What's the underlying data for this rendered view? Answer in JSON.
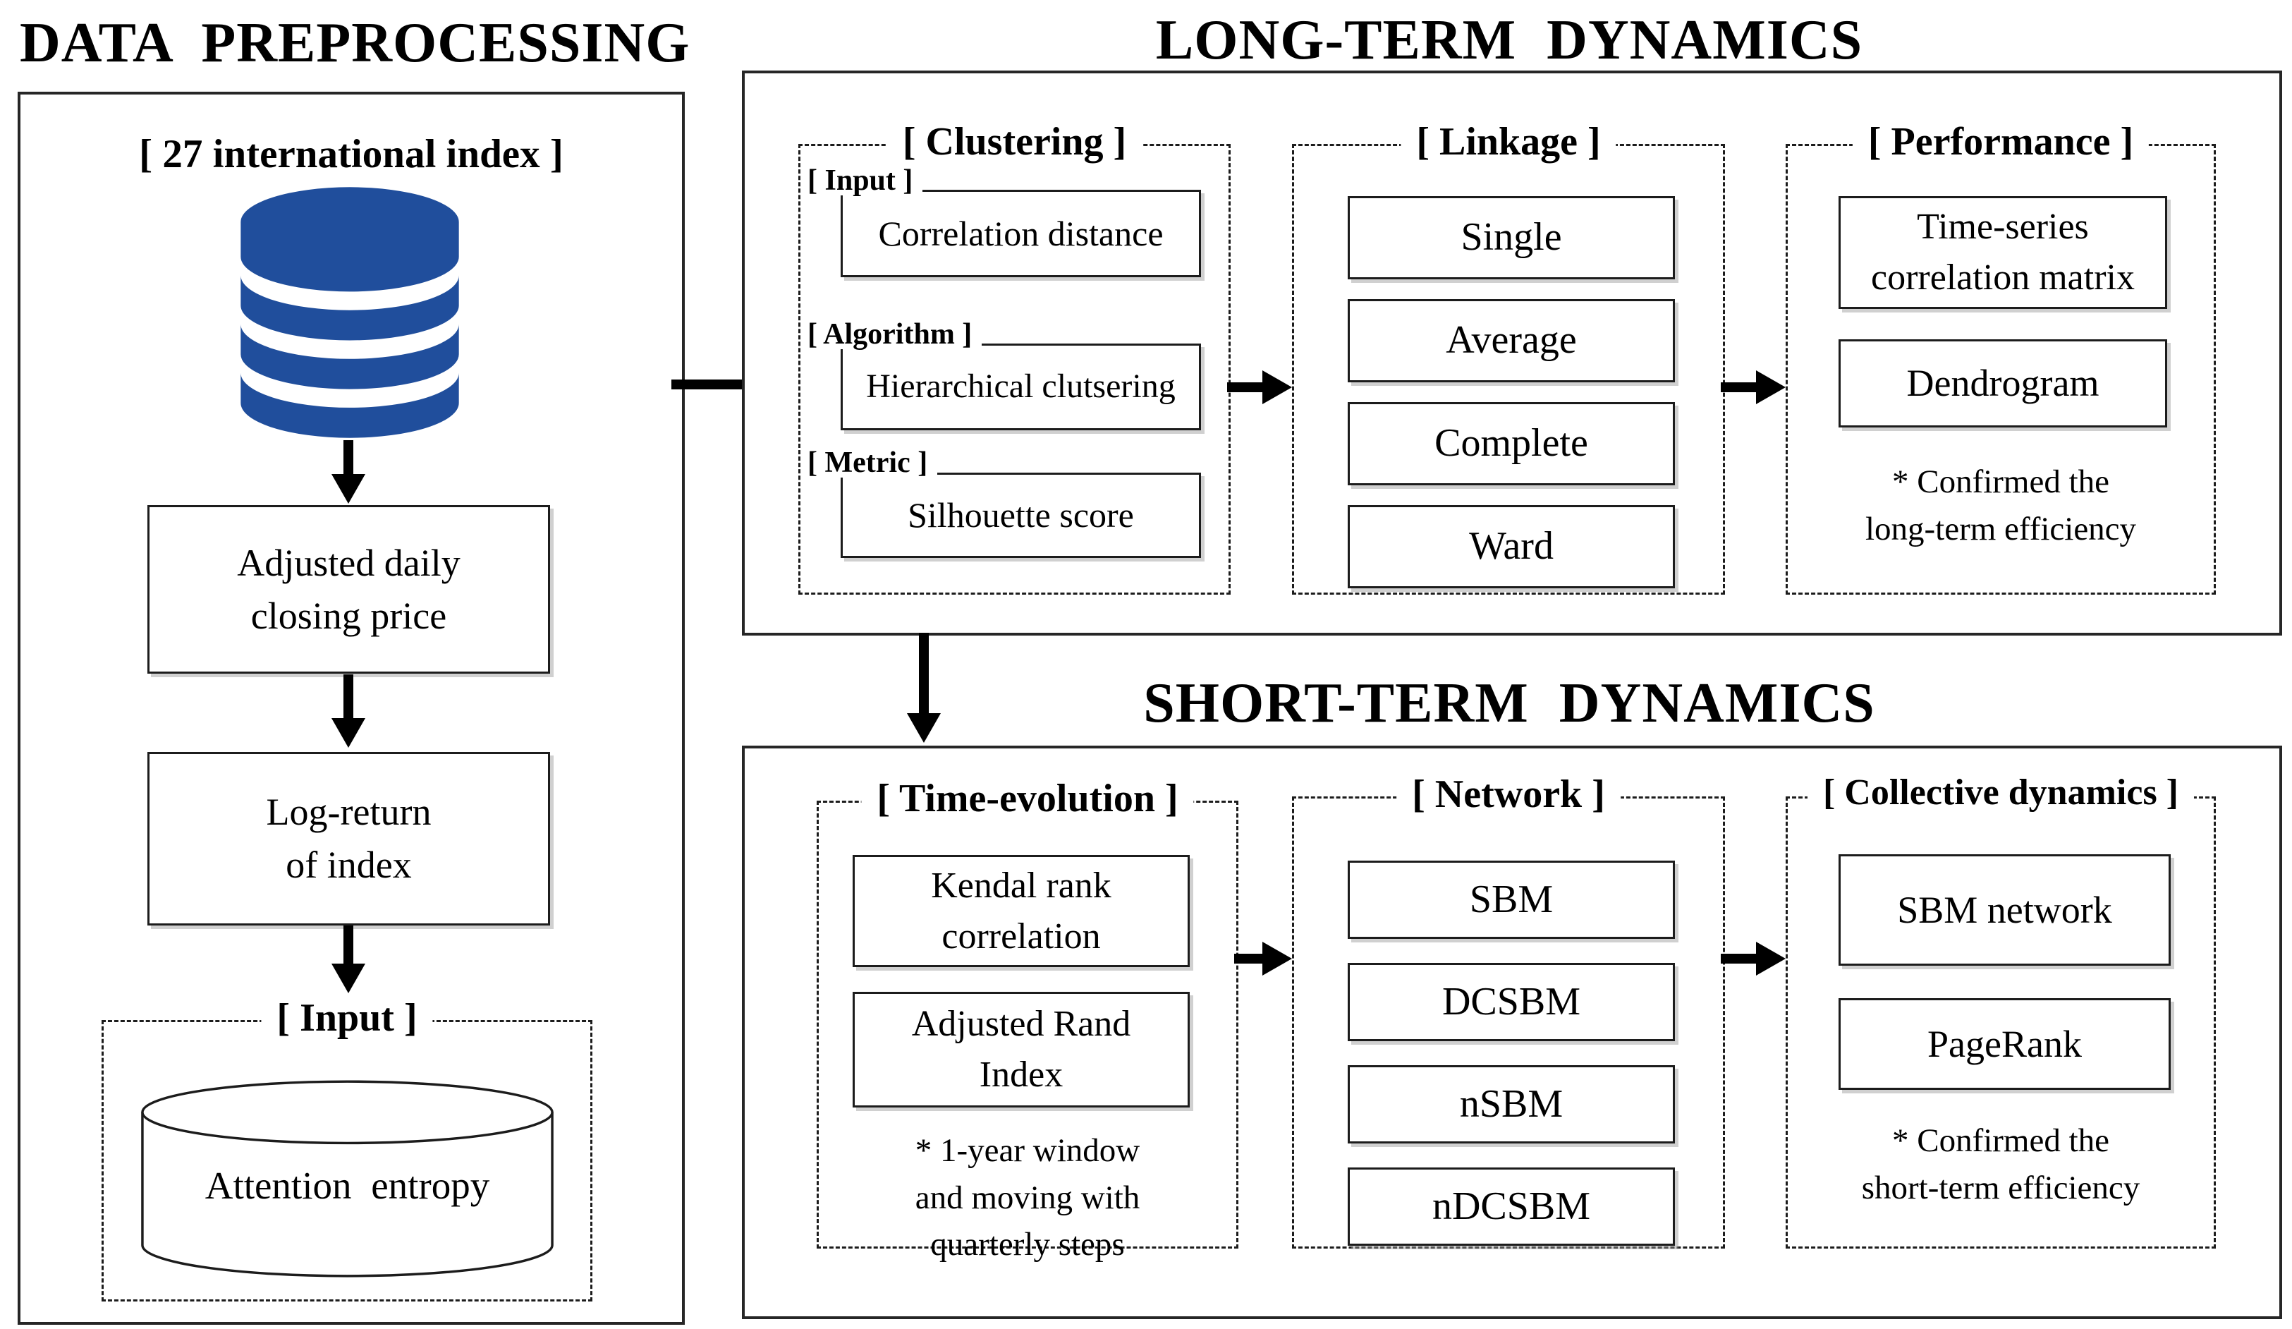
{
  "colors": {
    "db_blue": "#204E9C",
    "line": "#1c1c1c"
  },
  "left_panel": {
    "title": "DATA PREPROCESSING",
    "index_label": "[ 27 international index ]",
    "db_icon": "database-icon",
    "adjusted_box": "Adjusted daily\nclosing price",
    "logreturn_box": "Log-return\nof index",
    "input_label": "[ Input ]",
    "cylinder_label": "Attention entropy"
  },
  "long_term": {
    "title": "LONG-TERM DYNAMICS",
    "clustering": {
      "label": "[ Clustering ]",
      "input_tag": "[ Input  ]",
      "input_box": "Correlation distance",
      "algorithm_tag": "[ Algorithm ]",
      "algorithm_box": "Hierarchical  clutsering",
      "metric_tag": "[ Metric ]",
      "metric_box": "Silhouette score"
    },
    "linkage": {
      "label": "[ Linkage ]",
      "items": [
        "Single",
        "Average",
        "Complete",
        "Ward"
      ]
    },
    "performance": {
      "label": "[ Performance ]",
      "box1": "Time-series\ncorrelation matrix",
      "box2": "Dendrogram",
      "note": "* Confirmed the\nlong-term  efficiency"
    }
  },
  "short_term": {
    "title": "SHORT-TERM DYNAMICS",
    "time_evolution": {
      "label": "[ Time-evolution ]",
      "box1": "Kendal rank\ncorrelation",
      "box2": "Adjusted Rand\nIndex",
      "note": "* 1-year window\nand moving  with\nquarterly  steps"
    },
    "network": {
      "label": "[ Network ]",
      "items": [
        "SBM",
        "DCSBM",
        "nSBM",
        "nDCSBM"
      ]
    },
    "collective": {
      "label": "[ Collective dynamics ]",
      "box1": "SBM network",
      "box2": "PageRank",
      "note": "* Confirmed the\nshort-term  efficiency"
    }
  }
}
